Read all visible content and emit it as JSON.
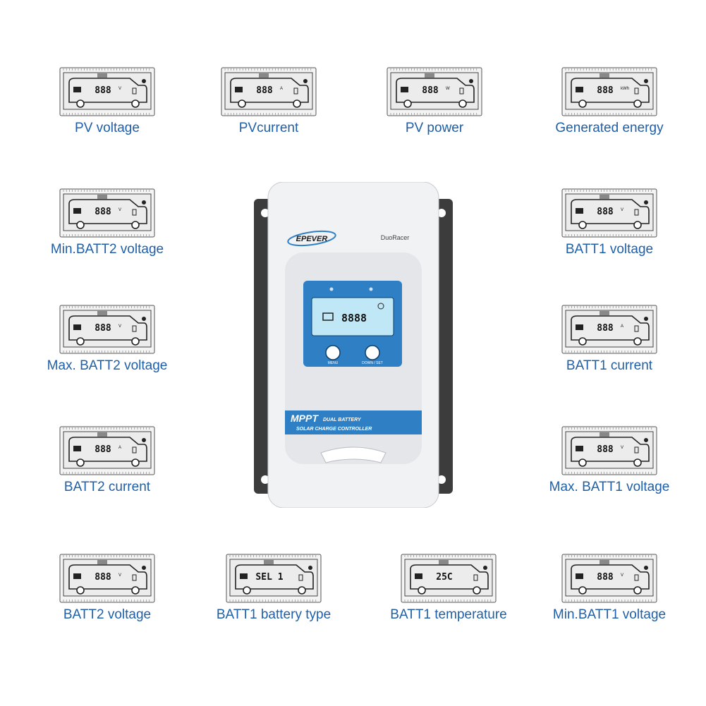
{
  "colors": {
    "caption": "#1f5fa8",
    "lcd_bg": "#ececec",
    "lcd_frame": "#555555",
    "device_blue": "#2f7fc4",
    "bracket": "#3c3c3c"
  },
  "screens": [
    {
      "id": "pv-voltage",
      "caption": "PV voltage",
      "digits": "888",
      "unit": "V"
    },
    {
      "id": "pv-current",
      "caption": "PVcurrent",
      "digits": "888",
      "unit": "A"
    },
    {
      "id": "pv-power",
      "caption": "PV power",
      "digits": "888",
      "unit": "W"
    },
    {
      "id": "generated-energy",
      "caption": "Generated energy",
      "digits": "888",
      "unit": "kWh"
    },
    {
      "id": "min-batt2-voltage",
      "caption": "Min.BATT2 voltage",
      "digits": "888",
      "unit": "V"
    },
    {
      "id": "batt1-voltage",
      "caption": "BATT1 voltage",
      "digits": "888",
      "unit": "V"
    },
    {
      "id": "max-batt2-voltage",
      "caption": "Max. BATT2 voltage",
      "digits": "888",
      "unit": "V"
    },
    {
      "id": "batt1-current",
      "caption": "BATT1 current",
      "digits": "888",
      "unit": "A"
    },
    {
      "id": "batt2-current",
      "caption": "BATT2 current",
      "digits": "888",
      "unit": "A"
    },
    {
      "id": "max-batt1-voltage",
      "caption": "Max. BATT1 voltage",
      "digits": "888",
      "unit": "V"
    },
    {
      "id": "batt2-voltage",
      "caption": "BATT2 voltage",
      "digits": "888",
      "unit": "V"
    },
    {
      "id": "batt1-battery-type",
      "caption": "BATT1 battery type",
      "digits": "SEL 1",
      "unit": ""
    },
    {
      "id": "batt1-temperature",
      "caption": "BATT1 temperature",
      "digits": "25C",
      "unit": ""
    },
    {
      "id": "min-batt1-voltage",
      "caption": "Min.BATT1 voltage",
      "digits": "888",
      "unit": "V"
    }
  ],
  "device": {
    "brand": "EPEVER",
    "model": "DuoRacer",
    "lcd_digits": "8888",
    "menu_label": "MENU",
    "downset_label": "DOWN / SET",
    "banner_mppt": "MPPT",
    "banner_dual": "DUAL BATTERY",
    "banner_scc": "SOLAR CHARGE CONTROLLER"
  }
}
